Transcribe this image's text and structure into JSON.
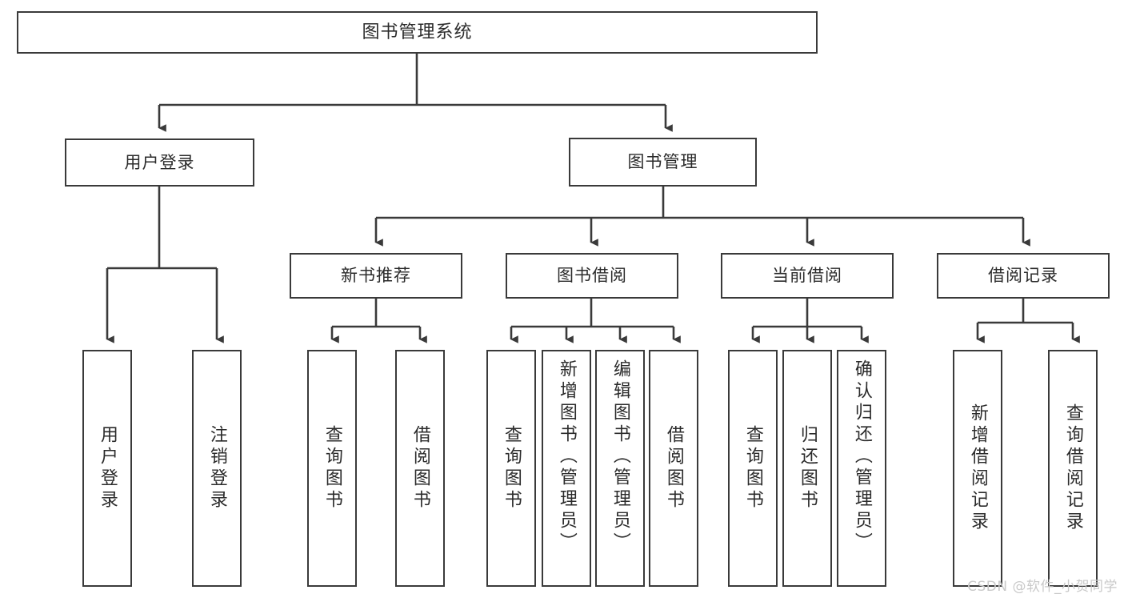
{
  "diagram": {
    "title": "图书管理系统",
    "root": {
      "label": "图书管理系统"
    },
    "level2": [
      {
        "label": "用户登录"
      },
      {
        "label": "图书管理"
      }
    ],
    "level3": [
      {
        "label": "新书推荐"
      },
      {
        "label": "图书借阅"
      },
      {
        "label": "当前借阅"
      },
      {
        "label": "借阅记录"
      }
    ],
    "leaves": {
      "user_login": [
        {
          "label": "用户登录"
        },
        {
          "label": "注销登录"
        }
      ],
      "new_book": [
        {
          "label": "查询图书"
        },
        {
          "label": "借阅图书"
        }
      ],
      "book_borrow": [
        {
          "label": "查询图书"
        },
        {
          "label": "新增图书（管理员）"
        },
        {
          "label": "编辑图书（管理员）"
        },
        {
          "label": "借阅图书"
        }
      ],
      "current_borrow": [
        {
          "label": "查询图书"
        },
        {
          "label": "归还图书"
        },
        {
          "label": "确认归还（管理员）"
        }
      ],
      "borrow_record": [
        {
          "label": "新增借阅记录"
        },
        {
          "label": "查询借阅记录"
        }
      ]
    }
  },
  "watermark": {
    "text": "CSDN @软件_小贺同学"
  },
  "colors": {
    "stroke": "#3a3a3a",
    "background": "#ffffff",
    "text": "#2b2b2b",
    "watermark": "#c9c9c9"
  }
}
